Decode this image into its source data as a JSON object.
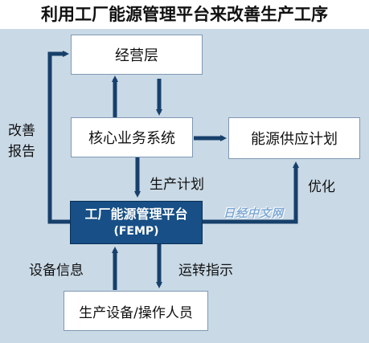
{
  "title": "利用工厂能源管理平台来改善生产工序",
  "nodes": {
    "management": "经营层",
    "core_system": "核心业务系统",
    "energy_plan": "能源供应计划",
    "femp_line1": "工厂能源管理平台",
    "femp_line2": "(FEMP)",
    "equipment": "生产设备/操作人员"
  },
  "labels": {
    "improve_report_1": "改善",
    "improve_report_2": "报告",
    "production_plan": "生产计划",
    "optimize": "优化",
    "equipment_info": "设备信息",
    "operation_instructions": "运转指示"
  },
  "watermark": "日经中文网",
  "colors": {
    "background": "#c9d9e6",
    "arrow": "#17406b",
    "femp_fill": "#174f86"
  }
}
